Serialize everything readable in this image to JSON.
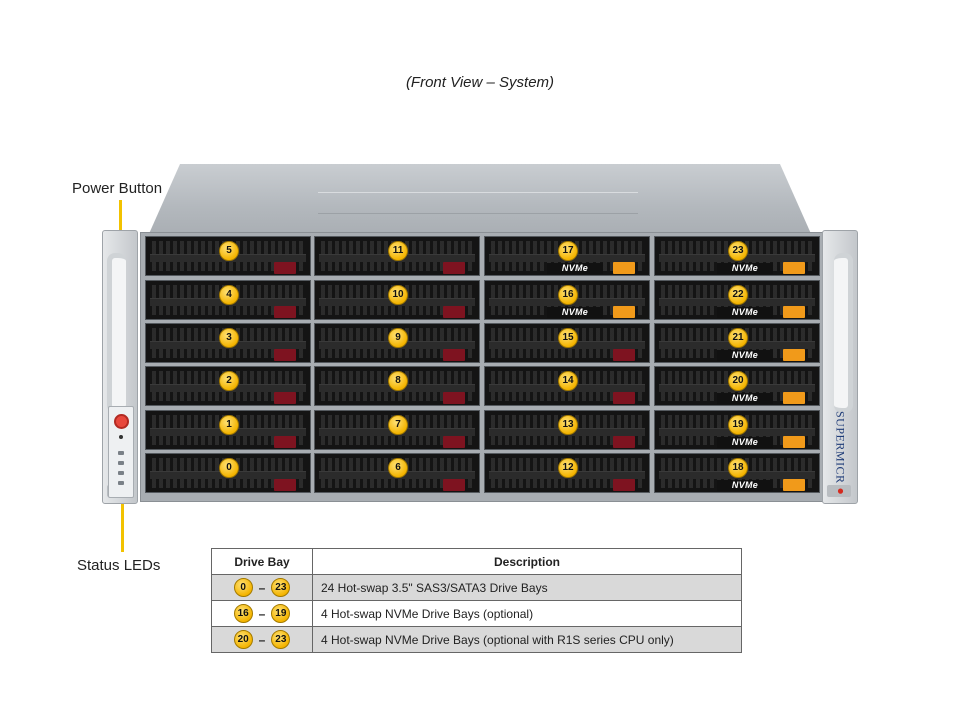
{
  "caption": "(Front View – System)",
  "callouts": {
    "power_button": "Power Button",
    "status_leds": "Status LEDs"
  },
  "brand": {
    "name": "SUPERMICR",
    "accent": "#d42a1f",
    "color": "#1f3c78"
  },
  "colors": {
    "badge": "#f4b400",
    "callout_line": "#f2c200",
    "nvme_latch": "#f19a1a",
    "sas_latch": "#7e1320"
  },
  "nvme_label": "NVMe",
  "drive_bays": {
    "columns": [
      {
        "bays": [
          "5",
          "4",
          "3",
          "2",
          "1",
          "0"
        ]
      },
      {
        "bays": [
          "11",
          "10",
          "9",
          "8",
          "7",
          "6"
        ]
      },
      {
        "bays": [
          "17",
          "16",
          "15",
          "14",
          "13",
          "12"
        ],
        "nvme_rows": [
          0,
          1
        ]
      },
      {
        "bays": [
          "23",
          "22",
          "21",
          "20",
          "19",
          "18"
        ],
        "nvme_rows": [
          0,
          1,
          2,
          3,
          4,
          5
        ]
      }
    ]
  },
  "table": {
    "headers": {
      "bay": "Drive Bay",
      "description": "Description"
    },
    "dash": "–",
    "rows": [
      {
        "from": "0",
        "to": "23",
        "description": "24 Hot-swap 3.5\" SAS3/SATA3 Drive Bays"
      },
      {
        "from": "16",
        "to": "19",
        "description": "4 Hot-swap NVMe Drive Bays (optional)"
      },
      {
        "from": "20",
        "to": "23",
        "description": "4 Hot-swap NVMe Drive Bays (optional with R1S series CPU only)"
      }
    ]
  }
}
